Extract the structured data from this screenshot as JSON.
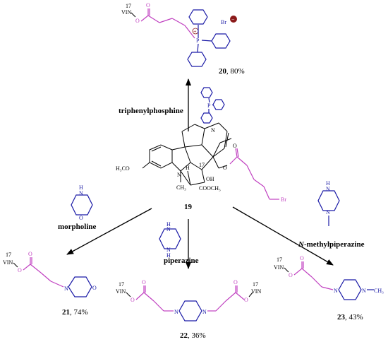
{
  "colors": {
    "linker": "#c040c0",
    "reagent": "#1a1aa6",
    "text": "#000000"
  },
  "center": {
    "compound_number": "19",
    "labels": {
      "h3co": "H₃CO",
      "n1": "N",
      "ch3": "CH₃",
      "h": "H",
      "n2": "N",
      "pos": "17",
      "oh": "OH",
      "cooch3": "COOCH₃",
      "o1": "O",
      "o2": "O",
      "br": "Br"
    }
  },
  "reagents": {
    "top": "triphenylphosphine",
    "left": "morpholine",
    "middle": "piperazine",
    "right_prefix": "N",
    "right_suffix": "-methylpiperazine"
  },
  "products": [
    {
      "number": "20",
      "yield": ", 80%"
    },
    {
      "number": "21",
      "yield": ", 74%"
    },
    {
      "number": "22",
      "yield": ", 36%"
    },
    {
      "number": "23",
      "yield": ", 43%"
    }
  ],
  "fragments": {
    "vin": "VIN",
    "pos": "17",
    "o": "O",
    "n": "N",
    "h": "H",
    "p": "P",
    "br_ion": "Br",
    "ch3": "CH₃"
  }
}
